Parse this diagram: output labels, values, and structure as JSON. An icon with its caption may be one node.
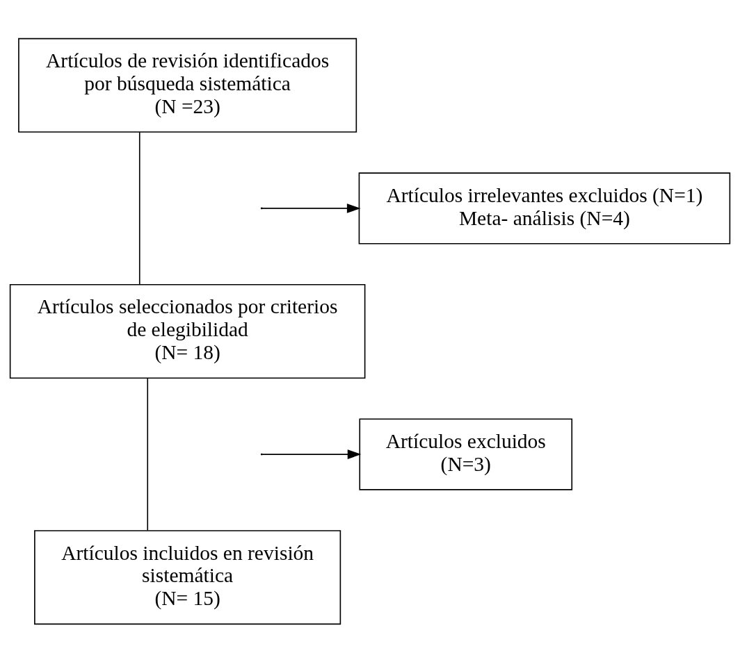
{
  "diagram": {
    "nodes": [
      {
        "text": [
          "Artículos de revisión identificados por búsqueda sistemática",
          "(N =23)"
        ]
      },
      {
        "text": [
          "Artículos irrelevantes excluidos (N=1)",
          "Meta- análisis (N=4)"
        ]
      },
      {
        "text": [
          "Artículos seleccionados por criterios de elegibilidad",
          "(N= 18)"
        ]
      },
      {
        "text": [
          "Artículos excluidos",
          "(N=3)"
        ]
      },
      {
        "text": [
          "Artículos incluidos en revisión sistemática",
          "(N= 15)"
        ]
      }
    ],
    "edges": [
      {
        "from": 0,
        "to": 2,
        "arrow": "none"
      },
      {
        "from": null,
        "to": 1,
        "arrow": "to"
      },
      {
        "from": 2,
        "to": 4,
        "arrow": "none"
      },
      {
        "from": null,
        "to": 3,
        "arrow": "to"
      }
    ]
  }
}
